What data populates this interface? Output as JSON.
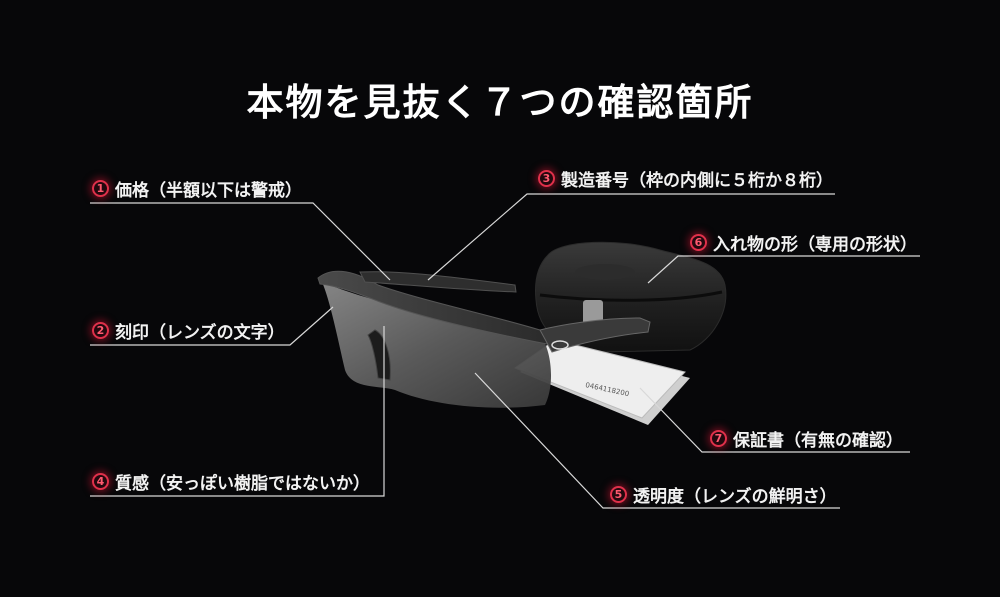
{
  "title": "本物を見抜く７つの確認箇所",
  "colors": {
    "background": "#070709",
    "badge_accent": "#e0304a",
    "leader_line": "#d8d8d8",
    "text": "#f2f2f2"
  },
  "labels": [
    {
      "number": "1",
      "text": "価格（半額以下は警戒）"
    },
    {
      "number": "2",
      "text": "刻印（レンズの文字）"
    },
    {
      "number": "3",
      "text": "製造番号（枠の内側に５桁か８桁）"
    },
    {
      "number": "4",
      "text": "質感（安っぽい樹脂ではないか）"
    },
    {
      "number": "5",
      "text": "透明度（レンズの鮮明さ）"
    },
    {
      "number": "6",
      "text": "入れ物の形（専用の形状）"
    },
    {
      "number": "7",
      "text": "保証書（有無の確認）"
    }
  ],
  "image": {
    "subject": "sunglasses-with-case-and-warranty-card",
    "warranty_card_serial": "0464118200"
  }
}
